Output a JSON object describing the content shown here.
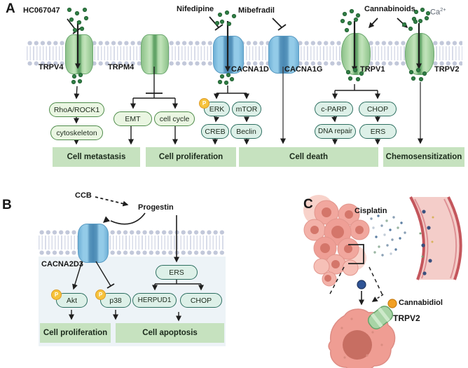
{
  "panelA": {
    "letter": "A",
    "drugs": {
      "hc067047": "HC067047",
      "nifedipine": "Nifedipine",
      "mibefradil": "Mibefradil",
      "cannabinoids": "Cannabinoids"
    },
    "ca_base": "Ca",
    "ca_sup": "2+",
    "channels": {
      "trpv4": "TRPV4",
      "trpm4": "TRPM4",
      "cacna1d": "CACNA1D",
      "cacna1g": "CACNA1G",
      "trpv1": "TRPV1",
      "trpv2": "TRPV2"
    },
    "nodes": {
      "rhoa": "RhoA/ROCK1",
      "cytoskeleton": "cytoskeleton",
      "emt": "EMT",
      "cellcycle": "cell cycle",
      "erk": "ERK",
      "mtor": "mTOR",
      "creb": "CREB",
      "beclin": "Beclin",
      "cparp": "c-PARP",
      "chop": "CHOP",
      "dnarepair": "DNA repair",
      "ers": "ERS"
    },
    "pbadge": "P",
    "outcomes": {
      "metastasis": "Cell metastasis",
      "proliferation": "Cell proliferation",
      "death": "Cell death",
      "chemo": "Chemosensitization"
    }
  },
  "panelB": {
    "letter": "B",
    "ccb": "CCB",
    "progestin": "Progestin",
    "channel": "CACNA2D3",
    "nodes": {
      "akt": "Akt",
      "p38": "p38",
      "ers": "ERS",
      "herpud1": "HERPUD1",
      "chop": "CHOP"
    },
    "pbadge": "P",
    "outcomes": {
      "proliferation": "Cell proliferation",
      "apoptosis": "Cell apoptosis"
    }
  },
  "panelC": {
    "letter": "C",
    "cisplatin": "Cisplatin",
    "cannabidiol": "Cannabidiol",
    "trpv2": "TRPV2"
  },
  "colors": {
    "channel_green": "#a8d4a6",
    "channel_blue": "#7db9dc",
    "membrane_head": "#c2c8da",
    "pill_green_fill": "#eaf6e2",
    "pill_teal_fill": "#ddf0e8",
    "outcome_bar": "#c6e2bf",
    "calcium_ion_green": "#2f7d44",
    "phospho_badge_yellow": "#f6c33c",
    "cisplatin_dot_blue": "#2f5496",
    "cannabidiol_dot_orange": "#f2a024",
    "vessel_red": "#c4565c",
    "tumor_pink": "#f1a79e"
  }
}
